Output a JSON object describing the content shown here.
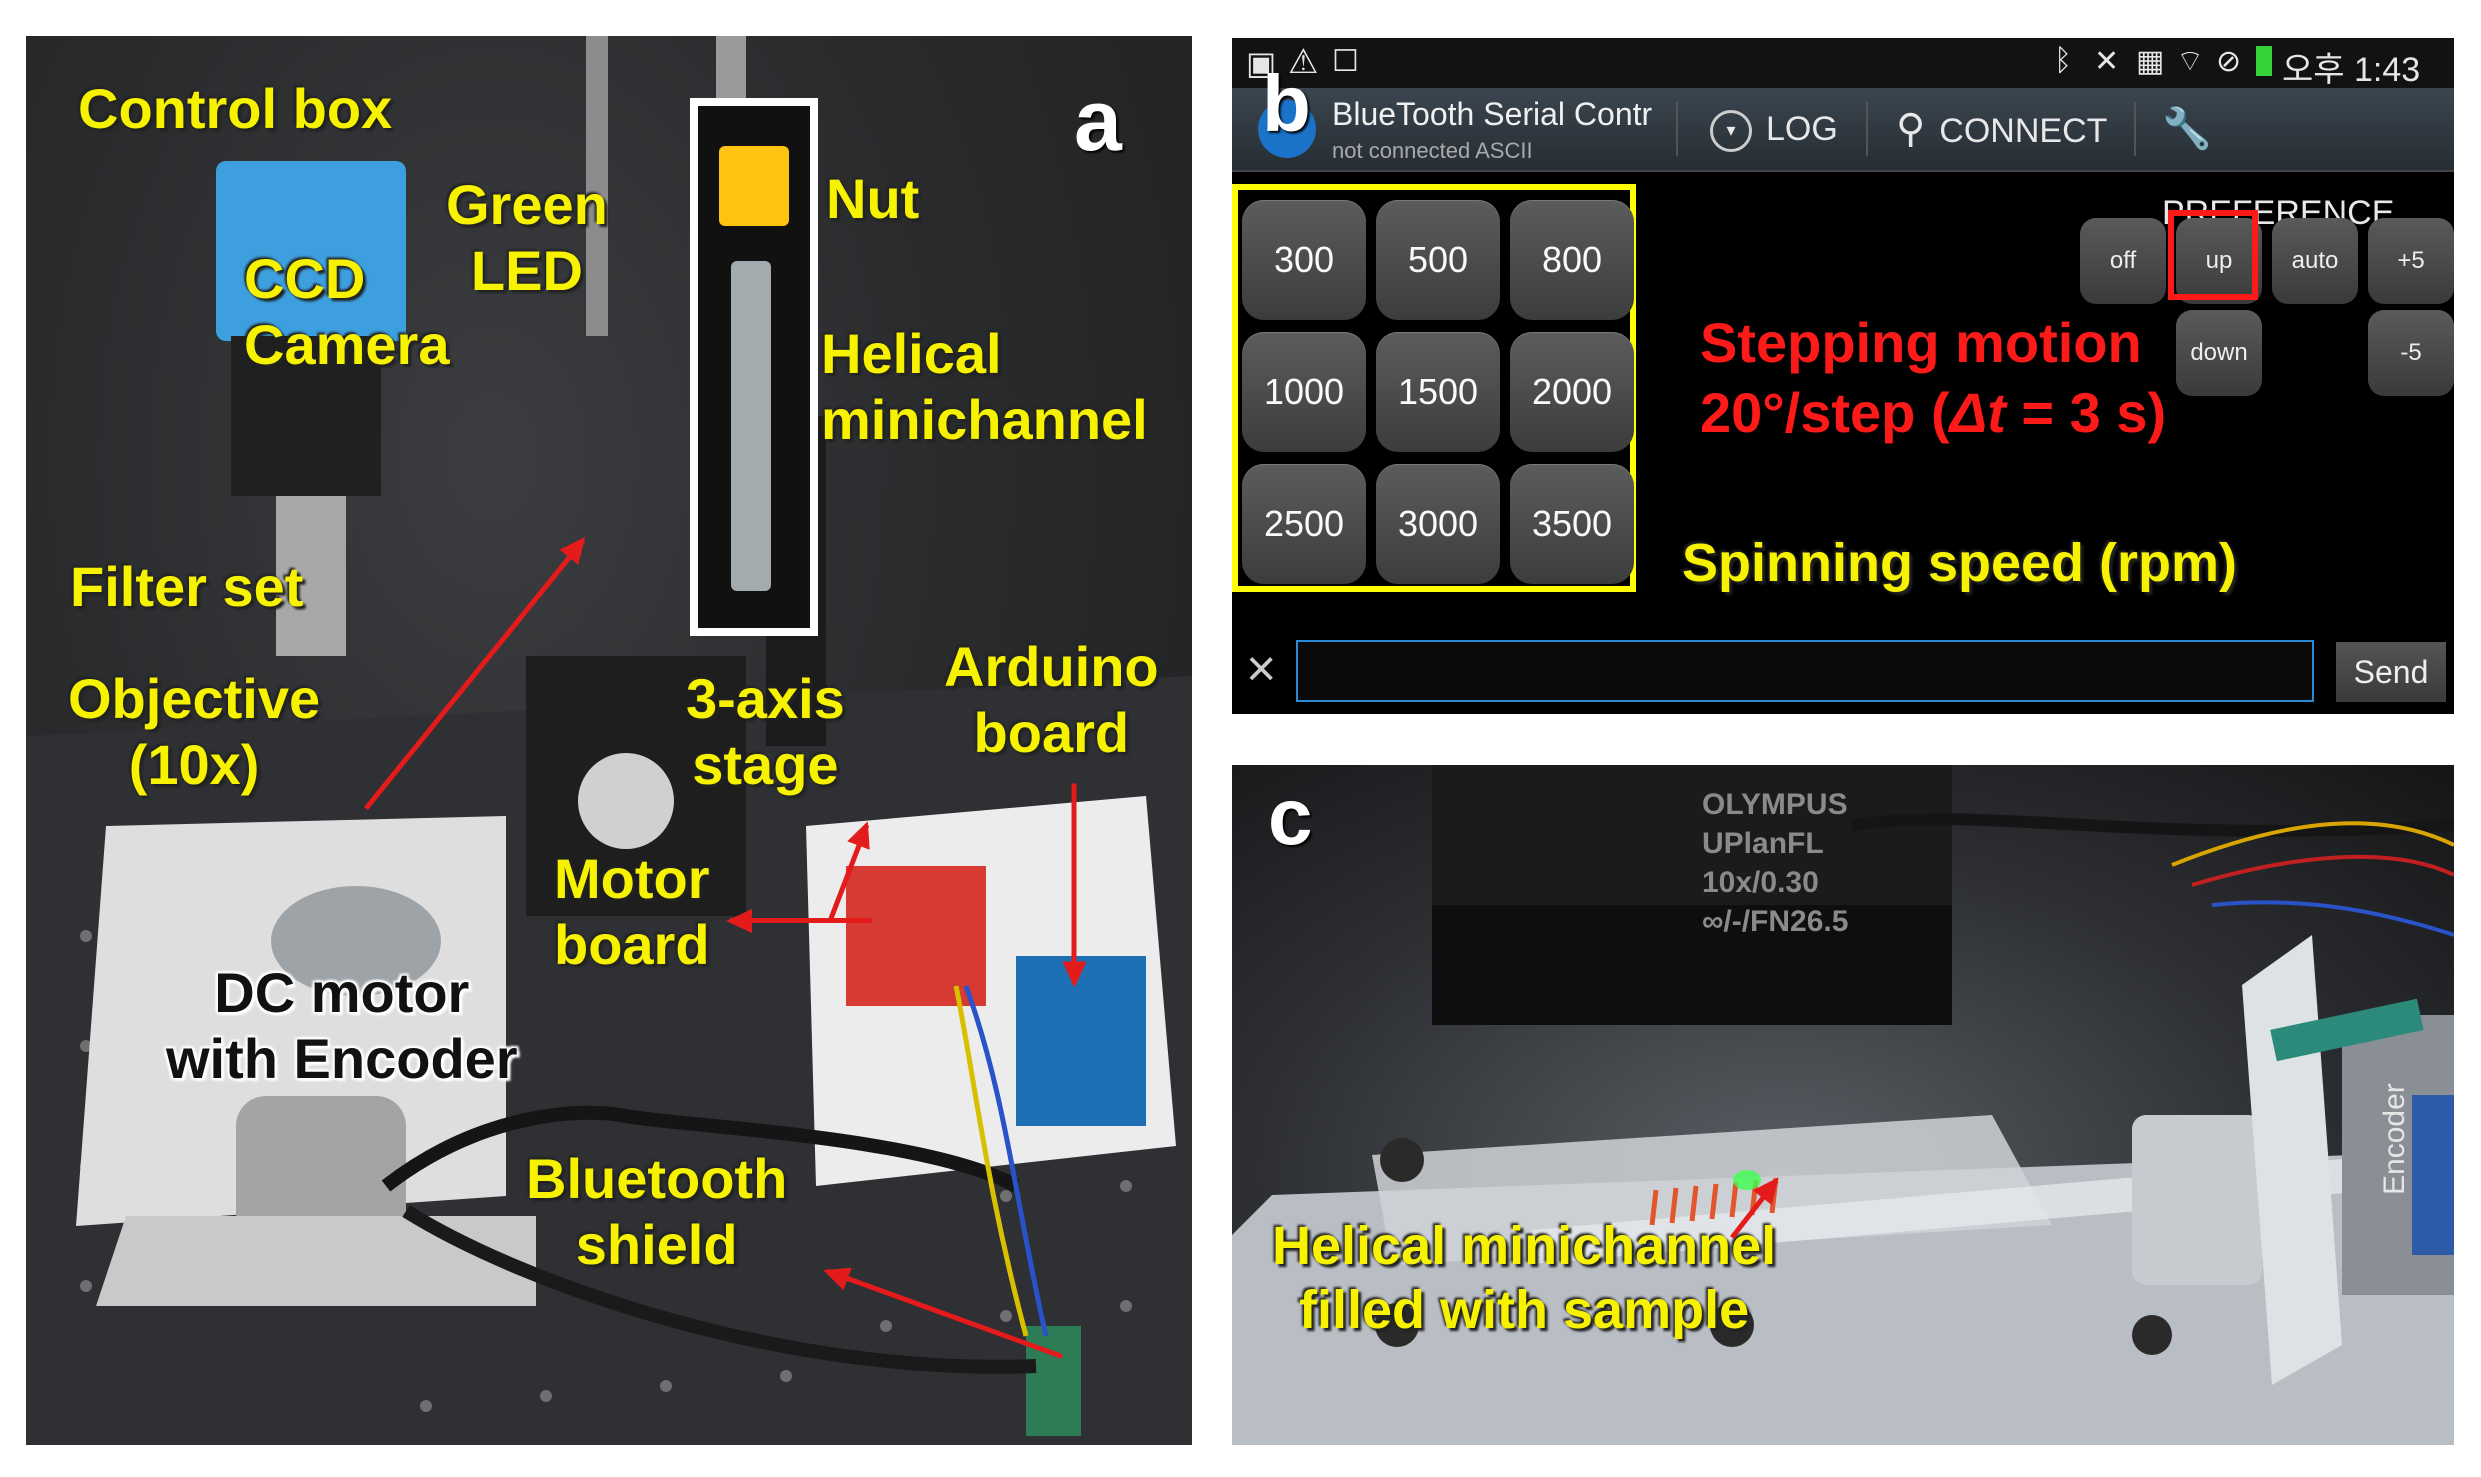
{
  "panel_a": {
    "letter": "a",
    "labels": {
      "control_box": "Control box",
      "ccd_camera": "CCD\nCamera",
      "green_led": "Green\nLED",
      "nut": "Nut",
      "helical_minichannel": "Helical\nminichannel",
      "filter_set": "Filter set",
      "objective": "Objective\n(10x)",
      "axis_stage": "3-axis\nstage",
      "arduino_board": "Arduino\nboard",
      "motor_board": "Motor\nboard",
      "dc_motor": "DC motor\nwith Encoder",
      "bluetooth_shield": "Bluetooth\nshield"
    }
  },
  "panel_b": {
    "letter": "b",
    "status_time": "오후 1:43",
    "app_title": "BlueTooth Serial Contr",
    "app_subtitle": "not connected  ASCII",
    "menu": {
      "log": "LOG",
      "connect": "CONNECT",
      "preference": "PREFERENCE"
    },
    "speed_buttons": [
      "300",
      "500",
      "800",
      "1000",
      "1500",
      "2000",
      "2500",
      "3000",
      "3500"
    ],
    "control_buttons": {
      "off": "off",
      "up": "up",
      "auto": "auto",
      "plus5": "+5",
      "down": "down",
      "minus5": "-5"
    },
    "stepping_label_1": "Stepping motion",
    "stepping_label_2a": "20°/step (",
    "stepping_label_2b": "Δt",
    "stepping_label_2c": " = 3 s)",
    "spinning_label": "Spinning speed (rpm)",
    "input_value": "",
    "send_label": "Send",
    "clear_icon": "×"
  },
  "panel_c": {
    "letter": "c",
    "lens_text": "OLYMPUS\nUPlanFL\n10x/0.30\n∞/-/FN26.5",
    "encoder_text": "Encoder",
    "label": "Helical minichannel\nfilled with sample"
  },
  "colors": {
    "label_yellow": "#f7f300",
    "arrow_red": "#e31b1b",
    "highlight_red": "#ff1a1a",
    "frame_yellow": "#ffff00"
  }
}
